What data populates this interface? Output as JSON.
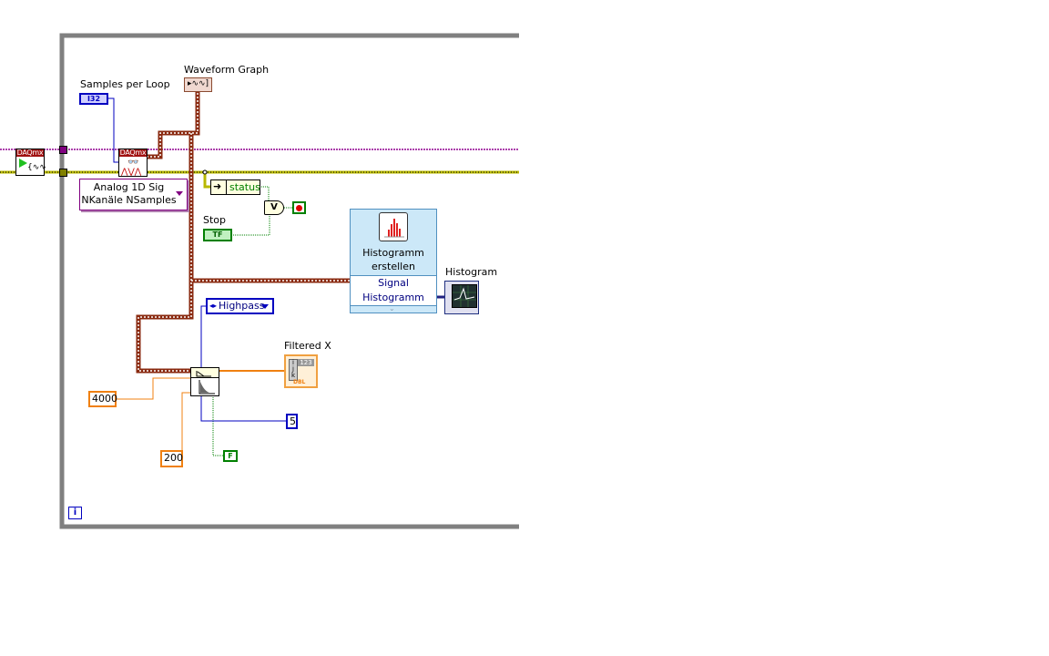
{
  "labels": {
    "samples_per_loop": "Samples per Loop",
    "waveform_graph": "Waveform Graph",
    "stop": "Stop",
    "histogram": "Histogram",
    "filtered_x": "Filtered X"
  },
  "daqmx": {
    "start_header": "DAQmx",
    "read_header": "DAQmx"
  },
  "terminals": {
    "samples_type": "I32",
    "stop_type": "TF",
    "filtered_type": "DBL",
    "filtered_display": "123"
  },
  "selector": {
    "line1": "Analog 1D Sig",
    "line2": "NKanäle NSamples"
  },
  "unbundle": {
    "field": "status"
  },
  "or_gate": {
    "symbol": "V"
  },
  "express_vi": {
    "title_line1": "Histogramm",
    "title_line2": "erstellen",
    "input": "Signal",
    "output": "Histogramm"
  },
  "filter": {
    "type": "Highpass"
  },
  "constants": {
    "sampling_freq": "4000",
    "cutoff": "200",
    "order": "5",
    "bool": "F"
  },
  "loop": {
    "iteration": "i"
  },
  "colors": {
    "loop_border": "#808080",
    "error_wire": "#b8b800",
    "task_wire": "#900090",
    "waveform_wire": "#8a2a10",
    "numeric_int": "#0000c0",
    "numeric_dbl": "#f08010",
    "boolean": "#008000"
  }
}
